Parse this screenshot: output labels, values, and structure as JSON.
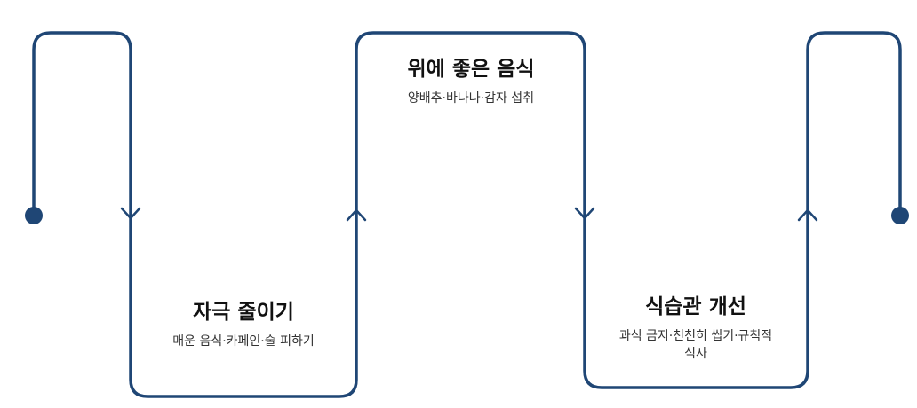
{
  "colors": {
    "line": "#1f4675",
    "title_text": "#111111",
    "desc_text": "#333333"
  },
  "steps": [
    {
      "title": "자극 줄이기",
      "desc": "매운 음식·카페인·술 피하기"
    },
    {
      "title": "위에 좋은 음식",
      "desc": "양배추·바나나·감자 섭취"
    },
    {
      "title": "식습관 개선",
      "desc": "과식 금지·천천히 씹기·규칙적 식사"
    }
  ]
}
